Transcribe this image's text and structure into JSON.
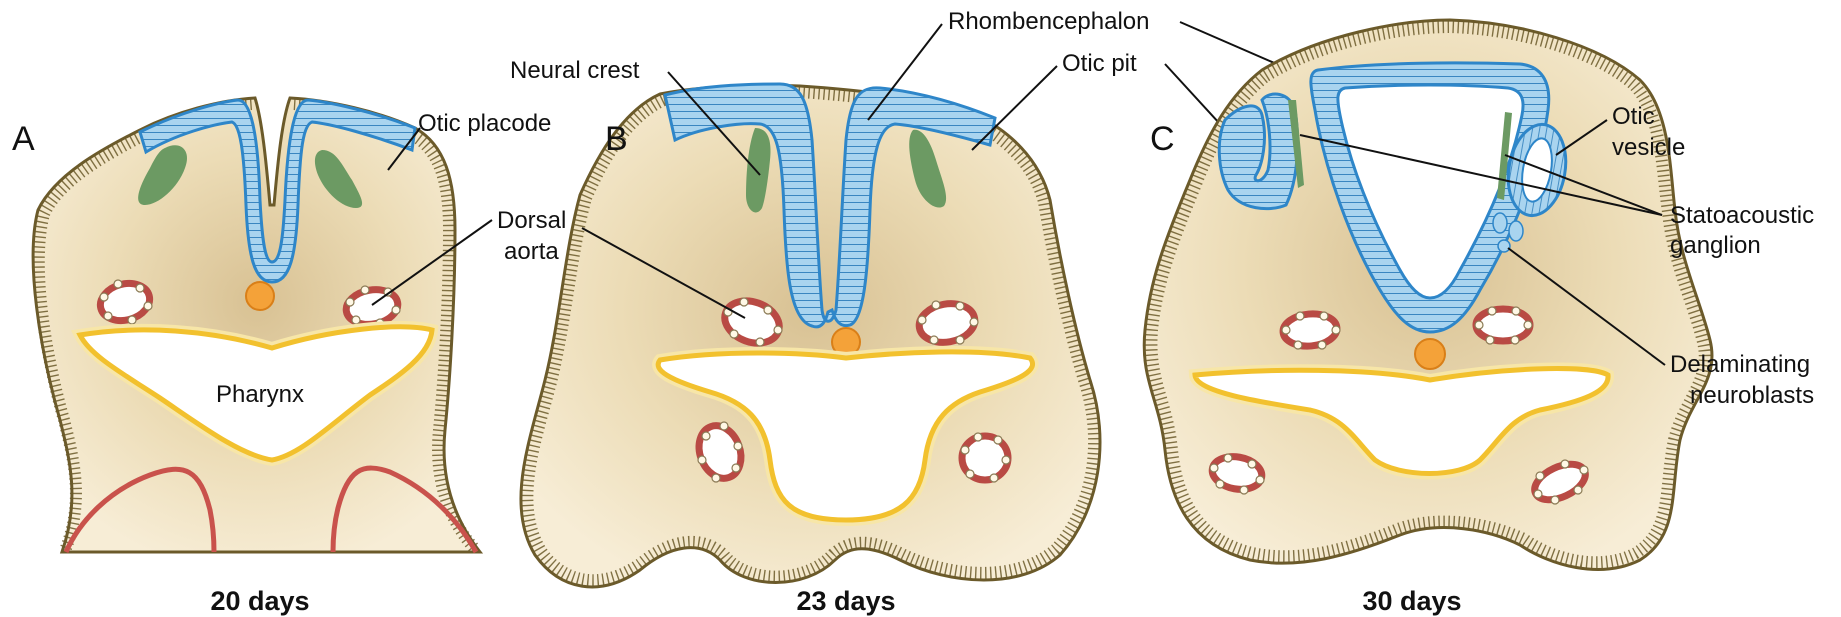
{
  "panels": {
    "a": {
      "letter": "A",
      "caption": "20 days"
    },
    "b": {
      "letter": "B",
      "caption": "23 days"
    },
    "c": {
      "letter": "C",
      "caption": "30 days"
    }
  },
  "labels": {
    "otic_placode": "Otic placode",
    "dorsal_aorta_line1": "Dorsal",
    "dorsal_aorta_line2": "aorta",
    "pharynx": "Pharynx",
    "neural_crest": "Neural crest",
    "rhombencephalon": "Rhombencephalon",
    "otic_pit": "Otic pit",
    "otic_vesicle_line1": "Otic",
    "otic_vesicle_line2": "vesicle",
    "statoacoustic_line1": "Statoacoustic",
    "statoacoustic_line2": "ganglion",
    "delaminating_line1": "Delaminating",
    "delaminating_line2": "neuroblasts"
  },
  "colors": {
    "mesenchyme": "#f3e6c8",
    "mesenchyme_shade": "#d9c397",
    "neural_tissue": "#a9d4ef",
    "neural_outline": "#2e86c9",
    "neural_crest": "#6c9a63",
    "pharynx_lining": "#f2c12e",
    "aorta_wall": "#b94a44",
    "notochord": "#f4a239",
    "outline": "#6b5a2a"
  }
}
